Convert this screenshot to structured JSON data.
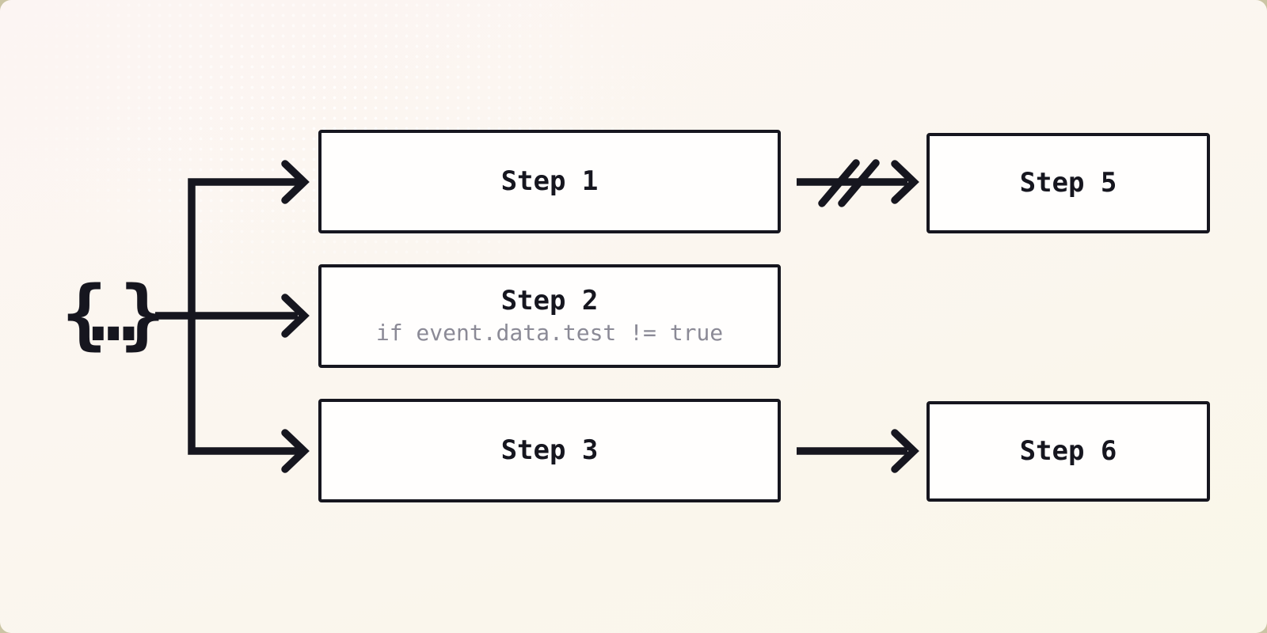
{
  "diagram": {
    "source_node": {
      "label": "{…}"
    },
    "nodes": [
      {
        "id": "step-1",
        "title": "Step 1"
      },
      {
        "id": "step-2",
        "title": "Step 2",
        "subtitle": "if event.data.test != true"
      },
      {
        "id": "step-3",
        "title": "Step 3"
      },
      {
        "id": "step-5",
        "title": "Step 5"
      },
      {
        "id": "step-6",
        "title": "Step 6"
      }
    ],
    "edges": [
      {
        "from": "source",
        "to": "step-1",
        "type": "arrow"
      },
      {
        "from": "source",
        "to": "step-2",
        "type": "arrow"
      },
      {
        "from": "source",
        "to": "step-3",
        "type": "arrow"
      },
      {
        "from": "step-1",
        "to": "step-5",
        "type": "broken-arrow"
      },
      {
        "from": "step-3",
        "to": "step-6",
        "type": "arrow"
      }
    ],
    "colors": {
      "outer_background": "#cbc5a4",
      "canvas_gradient_top": "#fcf5f3",
      "canvas_gradient_bottom": "#f9f7e9",
      "line": "#16161f",
      "node_background": "#fffefd",
      "node_border": "#16161f",
      "title_text": "#16161f",
      "subtitle_text": "#8b8a96"
    }
  }
}
